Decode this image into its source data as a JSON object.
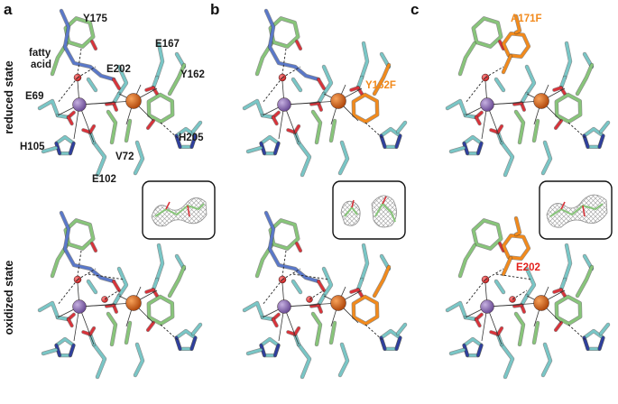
{
  "panel_letters": {
    "a": "a",
    "b": "b",
    "c": "c"
  },
  "row_labels": {
    "top": "reduced state",
    "bottom": "oxidized state"
  },
  "labels_a": {
    "y175": "Y175",
    "fatty_acid_1": "fatty",
    "fatty_acid_2": "acid",
    "e167": "E167",
    "e202": "E202",
    "e69": "E69",
    "y162": "Y162",
    "h205": "H205",
    "v72": "V72",
    "h105": "H105",
    "e102": "E102"
  },
  "labels_b": {
    "y162f": "Y162F"
  },
  "labels_c": {
    "a171f": "A171F",
    "e202": "E202"
  },
  "colors": {
    "background": "#ffffff",
    "carbon_cyan": "#79c6c6",
    "carbon_green": "#88c57a",
    "fatty_acid_blue": "#5a78c9",
    "mutant_orange": "#f28a1c",
    "oxygen": "#d8333a",
    "nitrogen": "#2f3f9e",
    "mn_ion": "#8a6bb5",
    "fe_ion": "#d9601a",
    "water": "#e23a3a",
    "highlight_red": "#e3201b"
  },
  "icons": [
    "density-map-inset-a",
    "density-map-inset-b",
    "density-map-inset-c"
  ]
}
